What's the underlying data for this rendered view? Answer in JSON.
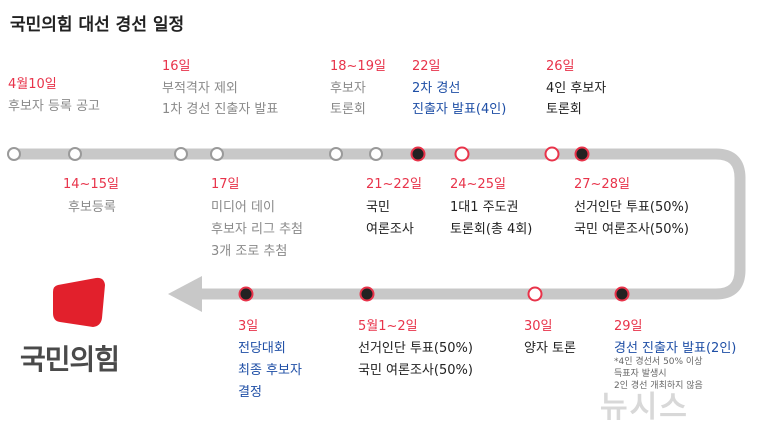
{
  "title": "국민의힘 대선 경선 일정",
  "logo_text": "국민의힘",
  "watermark": "뉴시스",
  "colors": {
    "accent": "#e8334a",
    "blue": "#1f4fa6",
    "track": "#c8c8c8",
    "logo": "#e2202c"
  },
  "top_row": [
    {
      "date": "4월10일",
      "lines": [
        "후보자 등록 공고"
      ],
      "style": "gray"
    },
    {
      "date": "16일",
      "lines": [
        "부적격자 제외",
        "1차 경선 진출자 발표"
      ],
      "style": "gray"
    },
    {
      "date": "18~19일",
      "lines": [
        "후보자",
        "토론회"
      ],
      "style": "gray"
    },
    {
      "date": "22일",
      "lines": [
        "2차 경선",
        "진출자 발표(4인)"
      ],
      "style": "blue"
    },
    {
      "date": "26일",
      "lines": [
        "4인 후보자",
        "토론회"
      ],
      "style": "black"
    }
  ],
  "middle_row": [
    {
      "date": "14~15일",
      "lines": [
        "후보등록"
      ],
      "style": "gray"
    },
    {
      "date": "17일",
      "lines": [
        "미디어 데이",
        "후보자 리그 추첨",
        "3개 조로 추첨"
      ],
      "style": "gray"
    },
    {
      "date": "21~22일",
      "lines": [
        "국민",
        "여론조사"
      ],
      "style": "black"
    },
    {
      "date": "24~25일",
      "lines": [
        "1대1 주도권",
        "토론회(총 4회)"
      ],
      "style": "black"
    },
    {
      "date": "27~28일",
      "lines": [
        "선거인단 투표(50%)",
        "국민 여론조사(50%)"
      ],
      "style": "black"
    }
  ],
  "bottom_row": [
    {
      "date": "3일",
      "lines": [
        "전당대회",
        "최종 후보자",
        "결정"
      ],
      "style": "blue"
    },
    {
      "date": "5월1~2일",
      "lines": [
        "선거인단 투표(50%)",
        "국민 여론조사(50%)"
      ],
      "style": "black"
    },
    {
      "date": "30일",
      "lines": [
        "양자 토론"
      ],
      "style": "black"
    },
    {
      "date": "29일",
      "lines": [
        "경선 진출자 발표(2인)"
      ],
      "style": "blue"
    }
  ],
  "note_lines": [
    "*4인 경선서 50% 이상",
    "득표자 발생시",
    "2인 경선 개최하지 않음"
  ]
}
